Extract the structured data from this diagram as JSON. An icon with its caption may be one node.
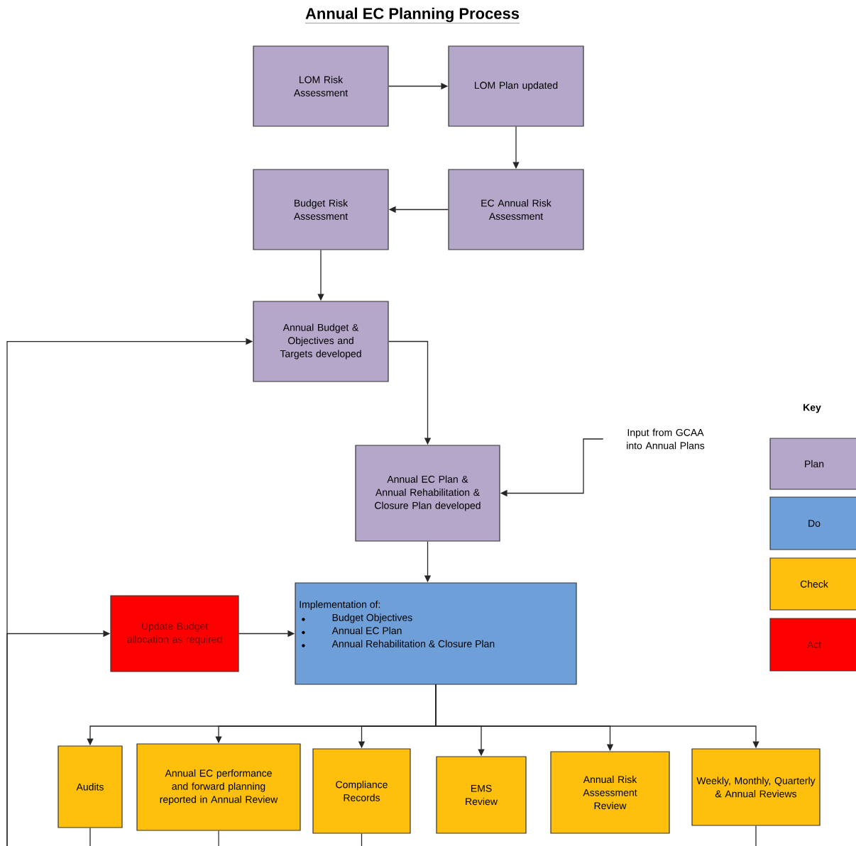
{
  "diagram": {
    "title": "Annual EC Planning Process",
    "nodes": [
      {
        "text": [
          "LOM Risk Assessment"
        ]
      },
      {
        "text": [
          "LOM Plan updated"
        ]
      },
      {
        "text": [
          "EC Annual Risk Assessment"
        ]
      },
      {
        "text": [
          "Budget Risk Assessment"
        ]
      },
      {
        "text": [
          "Annual Budget & Objectives and Targets developed"
        ]
      },
      {
        "text": [
          "Input from GCAA into Annual Plans"
        ]
      },
      {
        "text": [
          "Annual EC Plan & Annual Rehabilitation & Closure Plan developed"
        ]
      },
      {
        "text": [
          "Update Budget allocation as required"
        ]
      },
      {
        "text": [
          "Implementation of:",
          "Budget Objectives",
          "Annual EC Plan",
          "Annual Rehabilitation & Closure Plan"
        ]
      },
      {
        "text": [
          "Audits"
        ]
      },
      {
        "text": [
          "Annual EC performance and forward planning reported in Annual Review"
        ]
      },
      {
        "text": [
          "Compliance Records"
        ]
      },
      {
        "text": [
          "EMS Review"
        ]
      },
      {
        "text": [
          "Annual Risk Assessment Review"
        ]
      },
      {
        "text": [
          "Weekly, Monthly, Quarterly & Annual Reviews"
        ]
      }
    ],
    "edges": [
      {
        "from": 0,
        "to": 1,
        "arrow": "to"
      },
      {
        "from": 1,
        "to": 2,
        "arrow": "to"
      },
      {
        "from": 2,
        "to": 3,
        "arrow": "to"
      },
      {
        "from": 3,
        "to": 4,
        "arrow": "to"
      },
      {
        "from": 4,
        "to": 6,
        "arrow": "to"
      },
      {
        "from": 5,
        "to": 6,
        "arrow": "to"
      },
      {
        "from": 6,
        "to": 8,
        "arrow": "to"
      },
      {
        "from": 7,
        "to": 8,
        "arrow": "to"
      },
      {
        "from": 8,
        "to": 9,
        "arrow": "to"
      },
      {
        "from": 8,
        "to": 10,
        "arrow": "to"
      },
      {
        "from": 8,
        "to": 11,
        "arrow": "to"
      },
      {
        "from": 8,
        "to": 12,
        "arrow": "to"
      },
      {
        "from": 8,
        "to": 13,
        "arrow": "to"
      },
      {
        "from": 8,
        "to": 14,
        "arrow": "to"
      },
      {
        "from": 9,
        "to": null,
        "arrow": "none"
      },
      {
        "from": 10,
        "to": null,
        "arrow": "none"
      },
      {
        "from": 11,
        "to": null,
        "arrow": "none"
      },
      {
        "from": 14,
        "to": null,
        "arrow": "none"
      },
      {
        "from": null,
        "to": 4,
        "arrow": "to"
      },
      {
        "from": null,
        "to": 7,
        "arrow": "to"
      }
    ],
    "labels": [
      "Key"
    ],
    "legend": [
      {
        "text": "Plan",
        "color": "#b4a7c9"
      },
      {
        "text": "Do",
        "color": "#6f9fd8"
      },
      {
        "text": "Check",
        "color": "#fec00d"
      },
      {
        "text": "Act",
        "color": "#fe0000"
      }
    ]
  }
}
